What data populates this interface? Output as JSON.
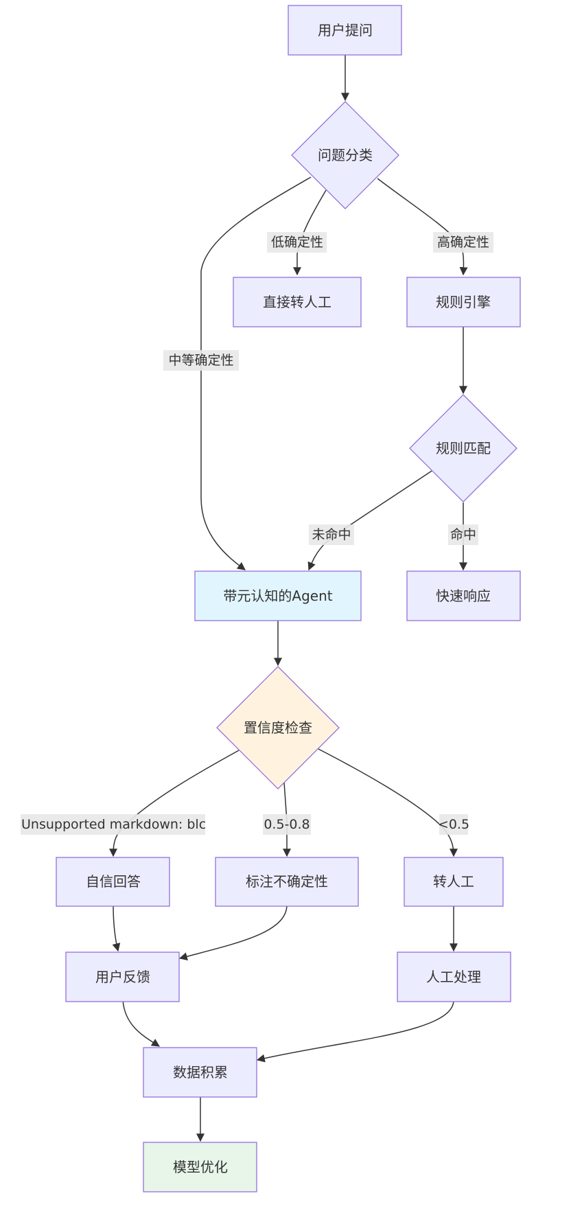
{
  "colors": {
    "default_fill": "#ececff",
    "default_stroke": "#9370db",
    "agent_fill": "#e1f5fe",
    "confidence_fill": "#fff3e0",
    "optimize_fill": "#e8f5e9",
    "edge": "#333333",
    "label_bg": "#e8e8e8",
    "text": "#333333"
  },
  "nodes": {
    "user_question": "用户提问",
    "classify": "问题分类",
    "direct_human": "直接转人工",
    "rule_engine": "规则引擎",
    "rule_match": "规则匹配",
    "agent": "带元认知的Agent",
    "fast_response": "快速响应",
    "confidence_check": "置信度检查",
    "confident_answer": "自信回答",
    "mark_uncertain": "标注不确定性",
    "to_human": "转人工",
    "user_feedback": "用户反馈",
    "human_handle": "人工处理",
    "data_accumulate": "数据积累",
    "model_optimize": "模型优化"
  },
  "edges": {
    "low_certainty": "低确定性",
    "high_certainty": "高确定性",
    "medium_certainty": "中等确定性",
    "not_hit": "未命中",
    "hit": "命中",
    "unsupported": "Unsupported markdown: blc",
    "mid_range": "0.5-0.8",
    "low_range": "<0.5"
  }
}
